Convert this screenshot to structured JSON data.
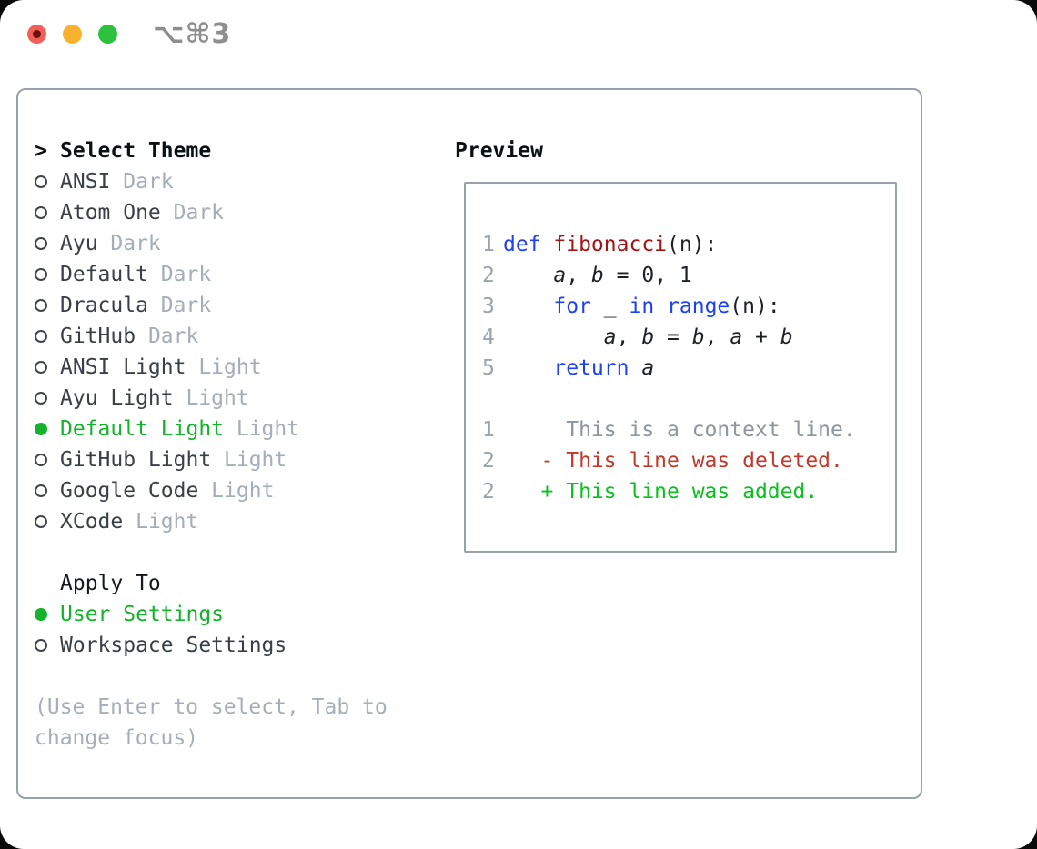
{
  "titlebar": {
    "shortcut": "⌥⌘3",
    "traffic_lights": [
      {
        "name": "close",
        "color": "#f25f58"
      },
      {
        "name": "minimize",
        "color": "#f8b22d"
      },
      {
        "name": "zoom",
        "color": "#2ec13e"
      }
    ]
  },
  "colors": {
    "accent_green": "#13b32a",
    "keyword_blue": "#1e3ff2",
    "function_red": "#a31515",
    "diff_red": "#c23a2c",
    "diff_green": "#0cbf1f",
    "muted_gray": "#a4adb9",
    "border_gray": "#98a1ad"
  },
  "theme_panel": {
    "prompt": ">",
    "header": "Select Theme",
    "items": [
      {
        "name": "ANSI",
        "tag": "Dark",
        "selected": false
      },
      {
        "name": "Atom One",
        "tag": "Dark",
        "selected": false
      },
      {
        "name": "Ayu",
        "tag": "Dark",
        "selected": false
      },
      {
        "name": "Default",
        "tag": "Dark",
        "selected": false
      },
      {
        "name": "Dracula",
        "tag": "Dark",
        "selected": false
      },
      {
        "name": "GitHub",
        "tag": "Dark",
        "selected": false
      },
      {
        "name": "ANSI Light",
        "tag": "Light",
        "selected": false
      },
      {
        "name": "Ayu Light",
        "tag": "Light",
        "selected": false
      },
      {
        "name": "Default Light",
        "tag": "Light",
        "selected": true
      },
      {
        "name": "GitHub Light",
        "tag": "Light",
        "selected": false
      },
      {
        "name": "Google Code",
        "tag": "Light",
        "selected": false
      },
      {
        "name": "XCode",
        "tag": "Light",
        "selected": false
      }
    ]
  },
  "apply_to": {
    "header": "Apply To",
    "options": [
      {
        "name": "User Settings",
        "selected": true
      },
      {
        "name": "Workspace Settings",
        "selected": false
      }
    ]
  },
  "help_lines": [
    "(Use Enter to select, Tab to",
    "change focus)"
  ],
  "preview": {
    "header": "Preview",
    "code_lines": [
      {
        "num": "1",
        "tokens": [
          {
            "text": "def ",
            "style": "kw"
          },
          {
            "text": "fibonacci",
            "style": "fn"
          },
          {
            "text": "(n):",
            "style": "plain"
          }
        ]
      },
      {
        "num": "2",
        "tokens": [
          {
            "text": "    ",
            "style": "plain"
          },
          {
            "text": "a",
            "style": "var"
          },
          {
            "text": ", ",
            "style": "plain"
          },
          {
            "text": "b",
            "style": "var"
          },
          {
            "text": " = 0, 1",
            "style": "plain"
          }
        ]
      },
      {
        "num": "3",
        "tokens": [
          {
            "text": "    ",
            "style": "plain"
          },
          {
            "text": "for",
            "style": "kw"
          },
          {
            "text": " _ ",
            "style": "plain"
          },
          {
            "text": "in",
            "style": "kw"
          },
          {
            "text": " ",
            "style": "plain"
          },
          {
            "text": "range",
            "style": "kw"
          },
          {
            "text": "(n):",
            "style": "plain"
          }
        ]
      },
      {
        "num": "4",
        "tokens": [
          {
            "text": "        ",
            "style": "plain"
          },
          {
            "text": "a",
            "style": "var"
          },
          {
            "text": ", ",
            "style": "plain"
          },
          {
            "text": "b",
            "style": "var"
          },
          {
            "text": " = ",
            "style": "plain"
          },
          {
            "text": "b",
            "style": "var"
          },
          {
            "text": ", ",
            "style": "plain"
          },
          {
            "text": "a",
            "style": "var"
          },
          {
            "text": " + ",
            "style": "plain"
          },
          {
            "text": "b",
            "style": "var"
          }
        ]
      },
      {
        "num": "5",
        "tokens": [
          {
            "text": "    ",
            "style": "plain"
          },
          {
            "text": "return",
            "style": "kw"
          },
          {
            "text": " ",
            "style": "plain"
          },
          {
            "text": "a",
            "style": "var"
          }
        ]
      }
    ],
    "diff_lines": [
      {
        "num": "1",
        "text": "     This is a context line.",
        "style": "ctx"
      },
      {
        "num": "2",
        "text": "   - This line was deleted.",
        "style": "del"
      },
      {
        "num": "2",
        "text": "   + This line was added.",
        "style": "add"
      }
    ]
  }
}
